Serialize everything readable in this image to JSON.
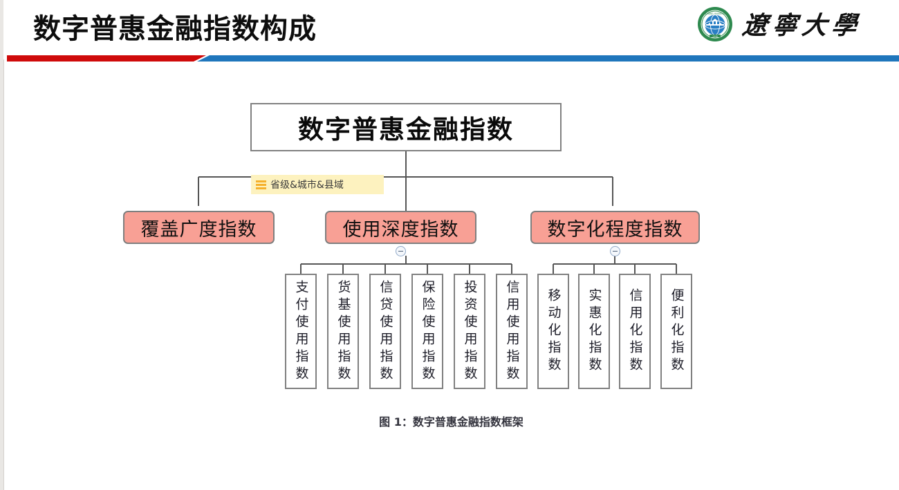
{
  "header": {
    "title": "数字普惠金融指数构成",
    "divider": {
      "left_color": "#cf0a0a",
      "right_color": "#1f76bc"
    },
    "logo": {
      "emblem_icon": "university-emblem-icon",
      "university_name": "遼寧大學"
    }
  },
  "diagram": {
    "root": {
      "label": "数字普惠金融指数"
    },
    "note": {
      "icon": "list-icon",
      "label": "省级&城市&县域"
    },
    "level2": [
      {
        "id": "coverage",
        "label": "覆盖广度指数",
        "has_collapse": false
      },
      {
        "id": "usage",
        "label": "使用深度指数",
        "has_collapse": true
      },
      {
        "id": "digitization",
        "label": "数字化程度指数",
        "has_collapse": true
      }
    ],
    "usage_children": [
      {
        "label": "支付使用指数"
      },
      {
        "label": "货基使用指数"
      },
      {
        "label": "信贷使用指数"
      },
      {
        "label": "保险使用指数"
      },
      {
        "label": "投资使用指数"
      },
      {
        "label": "信用使用指数"
      }
    ],
    "digitization_children": [
      {
        "label": "移动化指数"
      },
      {
        "label": "实惠化指数"
      },
      {
        "label": "信用化指数"
      },
      {
        "label": "便利化指数"
      }
    ],
    "caption": "图 1：数字普惠金融指数框架",
    "colors": {
      "level2_fill": "#f8a095",
      "node_border": "#808080",
      "note_fill": "#fdf2bf",
      "note_icon": "#f5b12c",
      "connector": "#555555"
    }
  }
}
